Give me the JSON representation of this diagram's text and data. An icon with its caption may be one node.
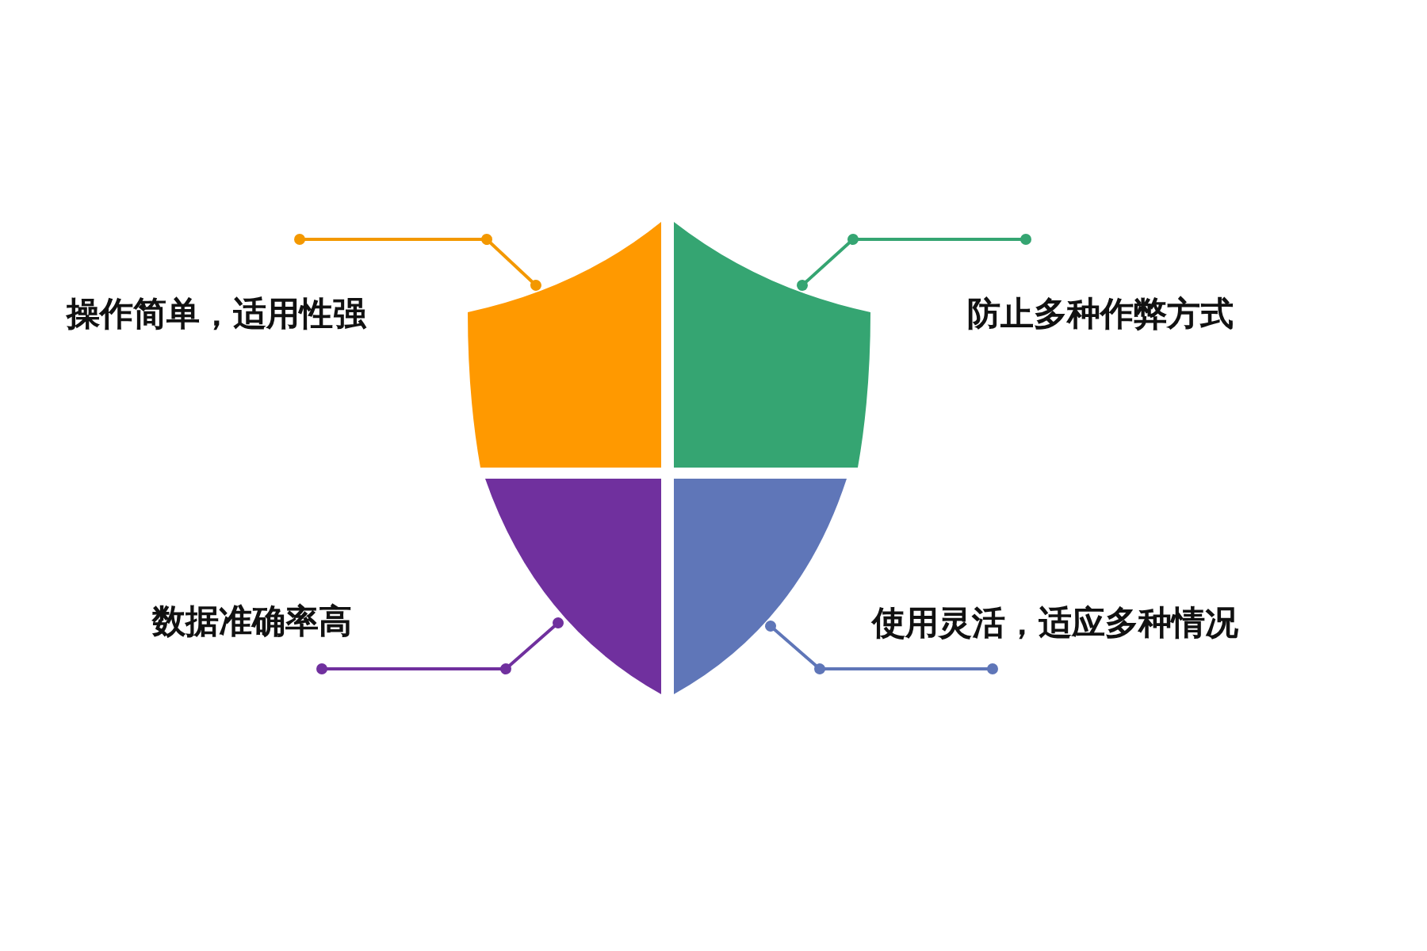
{
  "diagram": {
    "nodes": [
      {
        "text": [],
        "shape": "shield"
      },
      {
        "text": [],
        "shape": "shield"
      },
      {
        "text": [],
        "shape": "shield"
      },
      {
        "text": [],
        "shape": "shield"
      }
    ],
    "edges": [
      {
        "from": null,
        "to": 0,
        "arrow": "other",
        "color": "#f39800"
      },
      {
        "from": null,
        "to": 1,
        "arrow": "other",
        "color": "#35a572"
      },
      {
        "from": null,
        "to": 2,
        "arrow": "other",
        "color": "#70309e"
      },
      {
        "from": null,
        "to": 3,
        "arrow": "other",
        "color": "#5f76b8"
      }
    ],
    "labels": [
      "操作简单，适用性强",
      "防止多种作弊方式",
      "数据准确率高",
      "使用灵活，适应多种情况"
    ]
  }
}
